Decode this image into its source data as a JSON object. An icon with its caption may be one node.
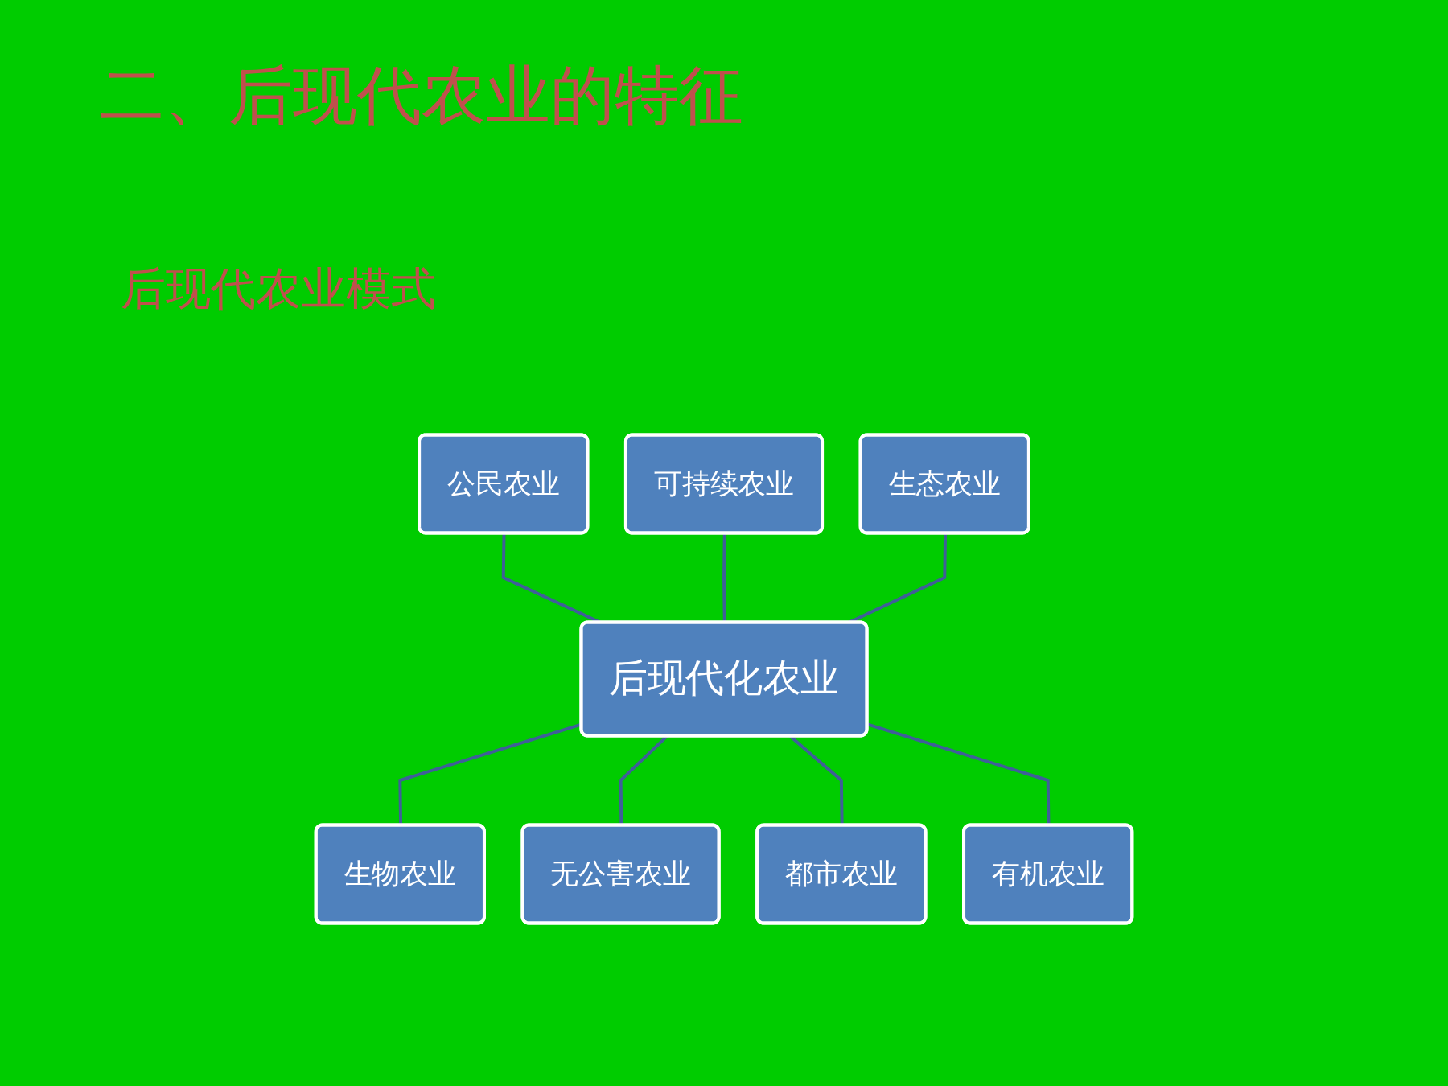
{
  "diagram": {
    "title": "二、后现代农业的特征",
    "nodes": [
      {
        "text": [
          "可持续农业"
        ]
      },
      {
        "text": [
          "公民农业"
        ]
      },
      {
        "text": [
          "生态农业"
        ]
      },
      {
        "text": [
          "后现代化农业"
        ]
      },
      {
        "text": [
          "生物农业"
        ]
      },
      {
        "text": [
          "有机农业"
        ]
      },
      {
        "text": [
          "无公害农业"
        ]
      },
      {
        "text": [
          "都市农业"
        ]
      }
    ],
    "edges": [
      {
        "from": 1,
        "to": 3,
        "arrow": "none"
      },
      {
        "from": 0,
        "to": 3,
        "arrow": "none"
      },
      {
        "from": 2,
        "to": 3,
        "arrow": "none"
      },
      {
        "from": 3,
        "to": 4,
        "arrow": "none"
      },
      {
        "from": 3,
        "to": 6,
        "arrow": "none"
      },
      {
        "from": 3,
        "to": 7,
        "arrow": "none"
      },
      {
        "from": 3,
        "to": 5,
        "arrow": "none"
      }
    ],
    "labels": [
      "后现代农业模式"
    ]
  }
}
